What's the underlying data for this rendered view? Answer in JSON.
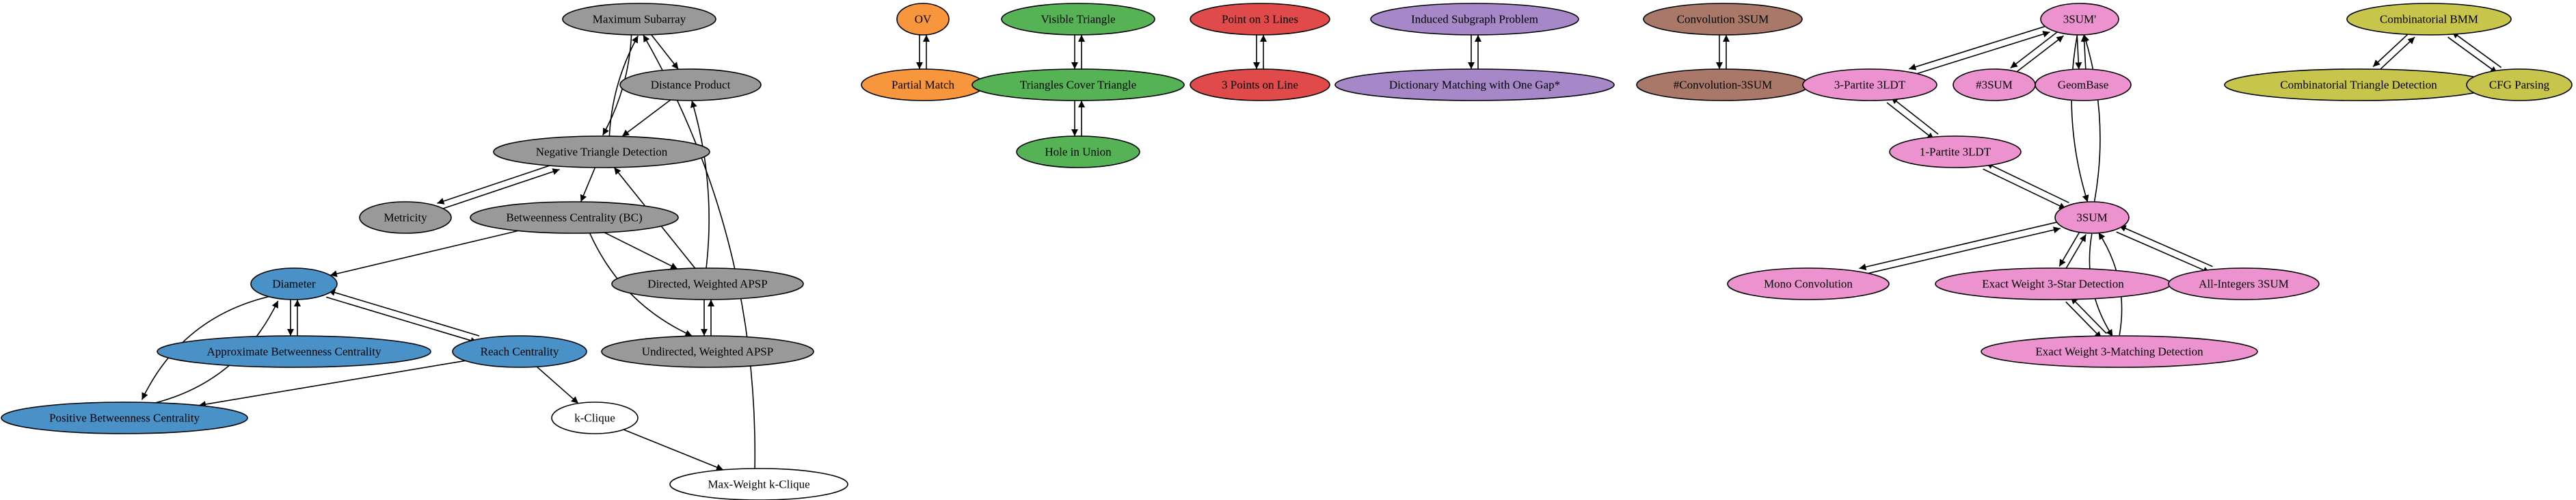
{
  "colors": {
    "gray": "#999999",
    "orange": "#f7963c",
    "green": "#55b255",
    "red": "#e04a4a",
    "purple": "#a688c9",
    "brown": "#a97868",
    "pink": "#ec92cf",
    "olive": "#c7c54b",
    "blue": "#4a91c7",
    "white": "#ffffff"
  },
  "nodes": [
    {
      "id": "max_subarray",
      "label": "Maximum Subarray",
      "color": "gray"
    },
    {
      "id": "distance_product",
      "label": "Distance Product",
      "color": "gray"
    },
    {
      "id": "neg_triangle",
      "label": "Negative Triangle Detection",
      "color": "gray"
    },
    {
      "id": "metricity",
      "label": "Metricity",
      "color": "gray"
    },
    {
      "id": "betweenness",
      "label": "Betweenness Centrality (BC)",
      "color": "gray"
    },
    {
      "id": "directed_apsp",
      "label": "Directed, Weighted APSP",
      "color": "gray"
    },
    {
      "id": "undirected_apsp",
      "label": "Undirected, Weighted APSP",
      "color": "gray"
    },
    {
      "id": "diameter",
      "label": "Diameter",
      "color": "blue"
    },
    {
      "id": "approx_bc",
      "label": "Approximate Betweenness Centrality",
      "color": "blue"
    },
    {
      "id": "reach",
      "label": "Reach Centrality",
      "color": "blue"
    },
    {
      "id": "positive_bc",
      "label": "Positive Betweenness Centrality",
      "color": "blue"
    },
    {
      "id": "k_clique",
      "label": "k-Clique",
      "color": "white"
    },
    {
      "id": "max_weight_k_clique",
      "label": "Max-Weight k-Clique",
      "color": "white"
    },
    {
      "id": "ov",
      "label": "OV",
      "color": "orange"
    },
    {
      "id": "partial_match",
      "label": "Partial Match",
      "color": "orange"
    },
    {
      "id": "visible_triangle",
      "label": "Visible Triangle",
      "color": "green"
    },
    {
      "id": "triangles_cover",
      "label": "Triangles Cover Triangle",
      "color": "green"
    },
    {
      "id": "hole_union",
      "label": "Hole in Union",
      "color": "green"
    },
    {
      "id": "point_3_lines",
      "label": "Point on 3 Lines",
      "color": "red"
    },
    {
      "id": "three_points_line",
      "label": "3 Points on Line",
      "color": "red"
    },
    {
      "id": "induced_subgraph",
      "label": "Induced Subgraph Problem",
      "color": "purple"
    },
    {
      "id": "dict_matching",
      "label": "Dictionary Matching with One Gap*",
      "color": "purple"
    },
    {
      "id": "conv_3sum",
      "label": "Convolution 3SUM",
      "color": "brown"
    },
    {
      "id": "count_conv_3sum",
      "label": "#Convolution-3SUM",
      "color": "brown"
    },
    {
      "id": "three_sum_prime",
      "label": "3SUM'",
      "color": "pink"
    },
    {
      "id": "three_partite",
      "label": "3-Partite 3LDT",
      "color": "pink"
    },
    {
      "id": "count_3sum",
      "label": "#3SUM",
      "color": "pink"
    },
    {
      "id": "geombase",
      "label": "GeomBase",
      "color": "pink"
    },
    {
      "id": "one_partite",
      "label": "1-Partite 3LDT",
      "color": "pink"
    },
    {
      "id": "three_sum",
      "label": "3SUM",
      "color": "pink"
    },
    {
      "id": "mono_conv",
      "label": "Mono Convolution",
      "color": "pink"
    },
    {
      "id": "exact_3star",
      "label": "Exact Weight 3-Star Detection",
      "color": "pink"
    },
    {
      "id": "all_int_3sum",
      "label": "All-Integers 3SUM",
      "color": "pink"
    },
    {
      "id": "exact_3matching",
      "label": "Exact Weight 3-Matching Detection",
      "color": "pink"
    },
    {
      "id": "comb_bmm",
      "label": "Combinatorial BMM",
      "color": "olive"
    },
    {
      "id": "comb_triangle",
      "label": "Combinatorial Triangle Detection",
      "color": "olive"
    },
    {
      "id": "cfg_parsing",
      "label": "CFG Parsing",
      "color": "olive"
    }
  ],
  "edges": [
    {
      "from": "max_subarray",
      "to": "distance_product"
    },
    {
      "from": "max_subarray",
      "to": "neg_triangle"
    },
    {
      "from": "neg_triangle",
      "to": "max_subarray"
    },
    {
      "from": "distance_product",
      "to": "neg_triangle"
    },
    {
      "from": "neg_triangle",
      "to": "metricity"
    },
    {
      "from": "metricity",
      "to": "neg_triangle"
    },
    {
      "from": "neg_triangle",
      "to": "betweenness"
    },
    {
      "from": "betweenness",
      "to": "diameter"
    },
    {
      "from": "betweenness",
      "to": "directed_apsp"
    },
    {
      "from": "betweenness",
      "to": "undirected_apsp"
    },
    {
      "from": "directed_apsp",
      "to": "distance_product"
    },
    {
      "from": "directed_apsp",
      "to": "neg_triangle"
    },
    {
      "from": "directed_apsp",
      "to": "undirected_apsp"
    },
    {
      "from": "undirected_apsp",
      "to": "directed_apsp"
    },
    {
      "from": "diameter",
      "to": "approx_bc"
    },
    {
      "from": "approx_bc",
      "to": "diameter"
    },
    {
      "from": "diameter",
      "to": "reach"
    },
    {
      "from": "reach",
      "to": "diameter"
    },
    {
      "from": "diameter",
      "to": "positive_bc"
    },
    {
      "from": "positive_bc",
      "to": "diameter"
    },
    {
      "from": "reach",
      "to": "positive_bc"
    },
    {
      "from": "reach",
      "to": "k_clique"
    },
    {
      "from": "k_clique",
      "to": "max_weight_k_clique"
    },
    {
      "from": "max_weight_k_clique",
      "to": "max_subarray"
    },
    {
      "from": "ov",
      "to": "partial_match"
    },
    {
      "from": "partial_match",
      "to": "ov"
    },
    {
      "from": "visible_triangle",
      "to": "triangles_cover"
    },
    {
      "from": "triangles_cover",
      "to": "visible_triangle"
    },
    {
      "from": "triangles_cover",
      "to": "hole_union"
    },
    {
      "from": "hole_union",
      "to": "triangles_cover"
    },
    {
      "from": "point_3_lines",
      "to": "three_points_line"
    },
    {
      "from": "three_points_line",
      "to": "point_3_lines"
    },
    {
      "from": "induced_subgraph",
      "to": "dict_matching"
    },
    {
      "from": "dict_matching",
      "to": "induced_subgraph"
    },
    {
      "from": "conv_3sum",
      "to": "count_conv_3sum"
    },
    {
      "from": "count_conv_3sum",
      "to": "conv_3sum"
    },
    {
      "from": "three_sum_prime",
      "to": "three_partite"
    },
    {
      "from": "three_partite",
      "to": "three_sum_prime"
    },
    {
      "from": "three_sum_prime",
      "to": "count_3sum"
    },
    {
      "from": "count_3sum",
      "to": "three_sum_prime"
    },
    {
      "from": "three_sum_prime",
      "to": "geombase"
    },
    {
      "from": "geombase",
      "to": "three_sum_prime"
    },
    {
      "from": "three_sum_prime",
      "to": "three_sum"
    },
    {
      "from": "three_sum",
      "to": "three_sum_prime"
    },
    {
      "from": "three_partite",
      "to": "one_partite"
    },
    {
      "from": "one_partite",
      "to": "three_partite"
    },
    {
      "from": "one_partite",
      "to": "three_sum"
    },
    {
      "from": "three_sum",
      "to": "one_partite"
    },
    {
      "from": "three_sum",
      "to": "mono_conv"
    },
    {
      "from": "mono_conv",
      "to": "three_sum"
    },
    {
      "from": "three_sum",
      "to": "exact_3star"
    },
    {
      "from": "exact_3star",
      "to": "three_sum"
    },
    {
      "from": "three_sum",
      "to": "all_int_3sum"
    },
    {
      "from": "all_int_3sum",
      "to": "three_sum"
    },
    {
      "from": "three_sum",
      "to": "exact_3matching"
    },
    {
      "from": "exact_3matching",
      "to": "three_sum"
    },
    {
      "from": "exact_3star",
      "to": "exact_3matching"
    },
    {
      "from": "exact_3matching",
      "to": "exact_3star"
    },
    {
      "from": "comb_bmm",
      "to": "comb_triangle"
    },
    {
      "from": "comb_triangle",
      "to": "comb_bmm"
    },
    {
      "from": "comb_bmm",
      "to": "cfg_parsing"
    },
    {
      "from": "cfg_parsing",
      "to": "comb_bmm"
    }
  ]
}
